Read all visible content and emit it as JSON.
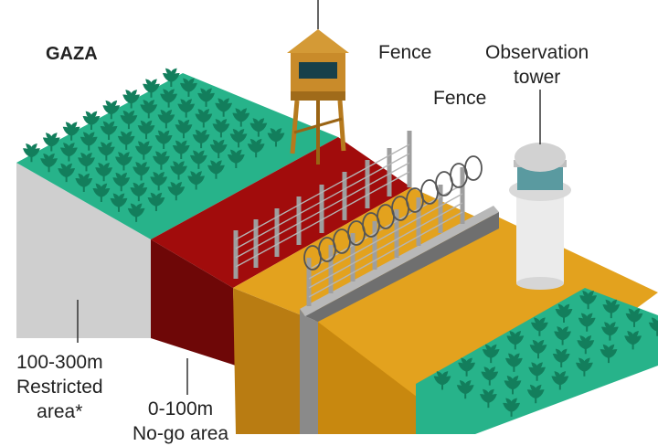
{
  "labels": {
    "gaza": "GAZA",
    "fence_1": "Fence",
    "fence_2": "Fence",
    "observation_tower_line1": "Observation",
    "observation_tower_line2": "tower",
    "restricted_line1": "100-300m",
    "restricted_line2": "Restricted",
    "restricted_line3": "area*",
    "nogo_line1": "0-100m",
    "nogo_line2": "No-go area"
  },
  "colors": {
    "field_green": "#27b38a",
    "plant_green": "#137e5c",
    "dirt_light": "#e3a21e",
    "dirt_dark": "#b97c12",
    "no_go_red": "#a10c0c",
    "no_go_red_dark": "#6e0707",
    "restricted_gray": "#cfcfcf",
    "wall_gray": "#8a8a8a",
    "watchtower_brown": "#b67a1e"
  },
  "icons": [
    "plant-icon",
    "guard-hut-icon",
    "observation-tower-icon",
    "razor-wire-icon"
  ]
}
